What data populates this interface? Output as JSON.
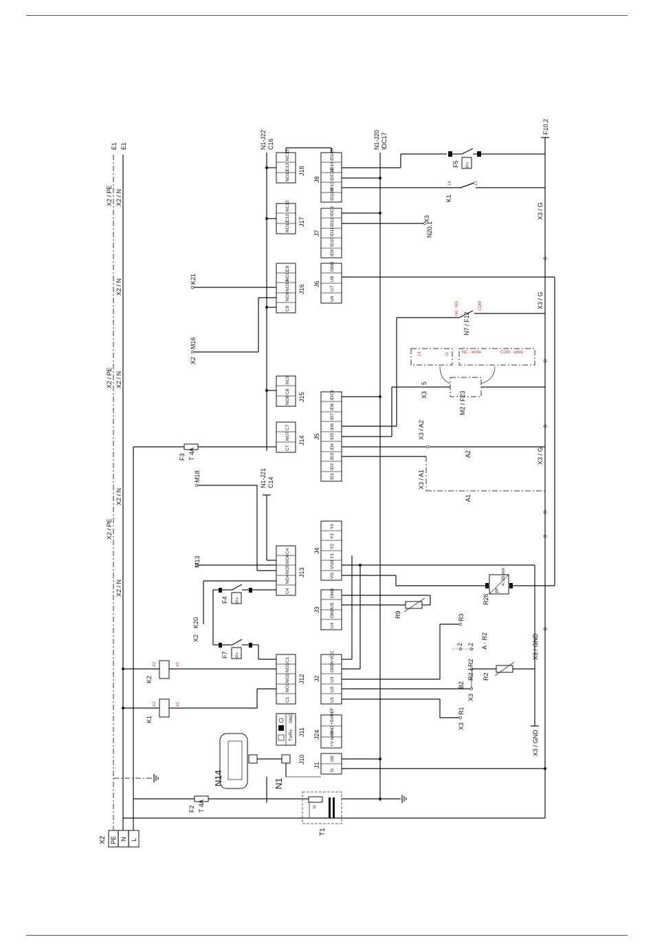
{
  "page": {
    "grounds": [
      "E1",
      "E1"
    ]
  },
  "labels": {
    "x2": "X2",
    "pe": "PE",
    "n": "N",
    "l": "L",
    "t1": "T1",
    "f2": "F2",
    "f2_rating": "T 4A",
    "f3": "F3",
    "f3_rating": "T 4A",
    "n1": "N1",
    "n14": "N14",
    "k1": "K1",
    "k2": "K2",
    "a1": "A1",
    "a2": "A2",
    "f4": "F4",
    "f7": "F7",
    "f5": "F5",
    "p_high": "P>",
    "p_low": "P<",
    "r9": "R9",
    "r26": "R26",
    "r1": "R1",
    "r2": "R2",
    "r3": "R3",
    "k1_top": "K1",
    "n7_f12": "N7 / F12",
    "m2_f23": "M2 / F23",
    "x3": "X3",
    "x3_a1": "X3 / A1",
    "x3_a2": "X3 / A2",
    "x3_g": "X3 / G",
    "x3_gnd": "X3 / GND",
    "x2_n": "X2 / N",
    "x2_pe": "X2 / PE",
    "f10_2": "F10.2",
    "n1_j22": "N1-J22",
    "c16": "C16",
    "n1_j20": "N1-J20",
    "idc17": "IDC17",
    "n1_j21": "N1-J21",
    "c14": "C14",
    "k21": "K21",
    "m16": "M16",
    "m18": "M18",
    "m13": "M13",
    "k20": "K20",
    "n20_1": "N20.1",
    "a_r2": "A - R2",
    "b2": "B2",
    "r2_1": "R2.1",
    "two": "2",
    "five": "5",
    "nc": "NC",
    "no": "NO",
    "com": "COM",
    "a1_red": "A1",
    "a2_red": "A2",
    "k1_14": "14",
    "k1_13": "13",
    "pc": "pc",
    "ma": "4..20 mA"
  },
  "connectors_left": {
    "J18": [
      "NC13",
      "C13",
      "NO13"
    ],
    "J17": [
      "NC12",
      "C12",
      "NO12"
    ],
    "J16": [
      "C9",
      "NO11",
      "NO10",
      "NO9",
      "C9"
    ],
    "J15": [
      "NC8",
      "C8",
      "NO8"
    ],
    "J14": [
      "C7",
      "NO7",
      "C7"
    ],
    "J13": [
      "C4",
      "NO6",
      "NO5",
      "NO4",
      "C4"
    ],
    "J12": [
      "C1",
      "NO3",
      "NO2",
      "NO1",
      "C1"
    ],
    "J11": [
      "GND",
      "Tx/Rx",
      "Tx/Rx"
    ],
    "J10": [
      "J10"
    ]
  },
  "connectors_right": {
    "J8": [
      "ID14H",
      "ID14",
      "IDC13",
      "ID13",
      "ID13H"
    ],
    "J7": [
      "IDC9",
      "ID12",
      "ID11",
      "ID10",
      "ID9"
    ],
    "J6": [
      "GND",
      "U8",
      "U7",
      "U6"
    ],
    "J5": [
      "IDC1",
      "ID8",
      "ID7",
      "ID6",
      "ID5",
      "ID4",
      "ID3",
      "ID2",
      "ID1"
    ],
    "J4": [
      "Y4",
      "Y3",
      "Y2",
      "Y1",
      "VG0",
      "VG"
    ],
    "J3": [
      "GND",
      "U5",
      "GND",
      "U4"
    ],
    "J2": [
      "+VDC",
      "GND",
      "U3",
      "U2",
      "U1"
    ],
    "J24": [
      "+5VREF",
      "GND",
      "+V term"
    ],
    "J1": [
      "G0",
      "G"
    ]
  },
  "legend_boxes": {
    "left_box_a": "14",
    "left_box_b": "11",
    "right_box_a": "NC - white",
    "right_box_b": "COM - white"
  }
}
